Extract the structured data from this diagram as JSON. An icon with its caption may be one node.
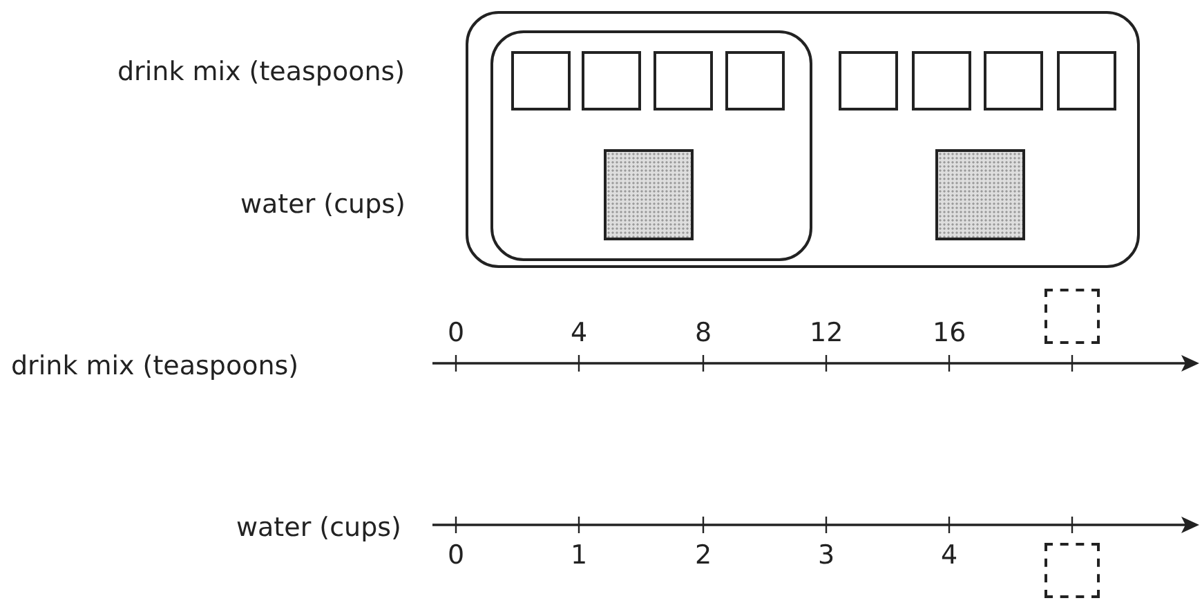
{
  "diagram": {
    "nodes": [
      {
        "text": [],
        "shape": "box"
      },
      {
        "text": [],
        "shape": "box",
        "in": 0
      },
      {
        "text": [],
        "shape": "box",
        "in": 1
      },
      {
        "text": [],
        "shape": "box",
        "in": 1
      },
      {
        "text": [],
        "shape": "box",
        "in": 1
      },
      {
        "text": [],
        "shape": "box",
        "in": 1
      },
      {
        "text": [],
        "shape": "box",
        "in": 1
      },
      {
        "text": [],
        "shape": "box",
        "in": 0
      },
      {
        "text": [],
        "shape": "box",
        "in": 0
      },
      {
        "text": [],
        "shape": "box",
        "in": 0
      },
      {
        "text": [],
        "shape": "box",
        "in": 0
      },
      {
        "text": [],
        "shape": "box",
        "in": 0
      },
      {
        "text": [],
        "shape": "box"
      },
      {
        "text": [],
        "shape": "box"
      }
    ],
    "edges": [],
    "labels": [
      "drink mix (teaspoons)",
      "water (cups)",
      "0",
      "4",
      "8",
      "12",
      "16",
      "drink mix (teaspoons)",
      "water (cups)",
      "0",
      "1",
      "2",
      "3",
      "4"
    ]
  }
}
